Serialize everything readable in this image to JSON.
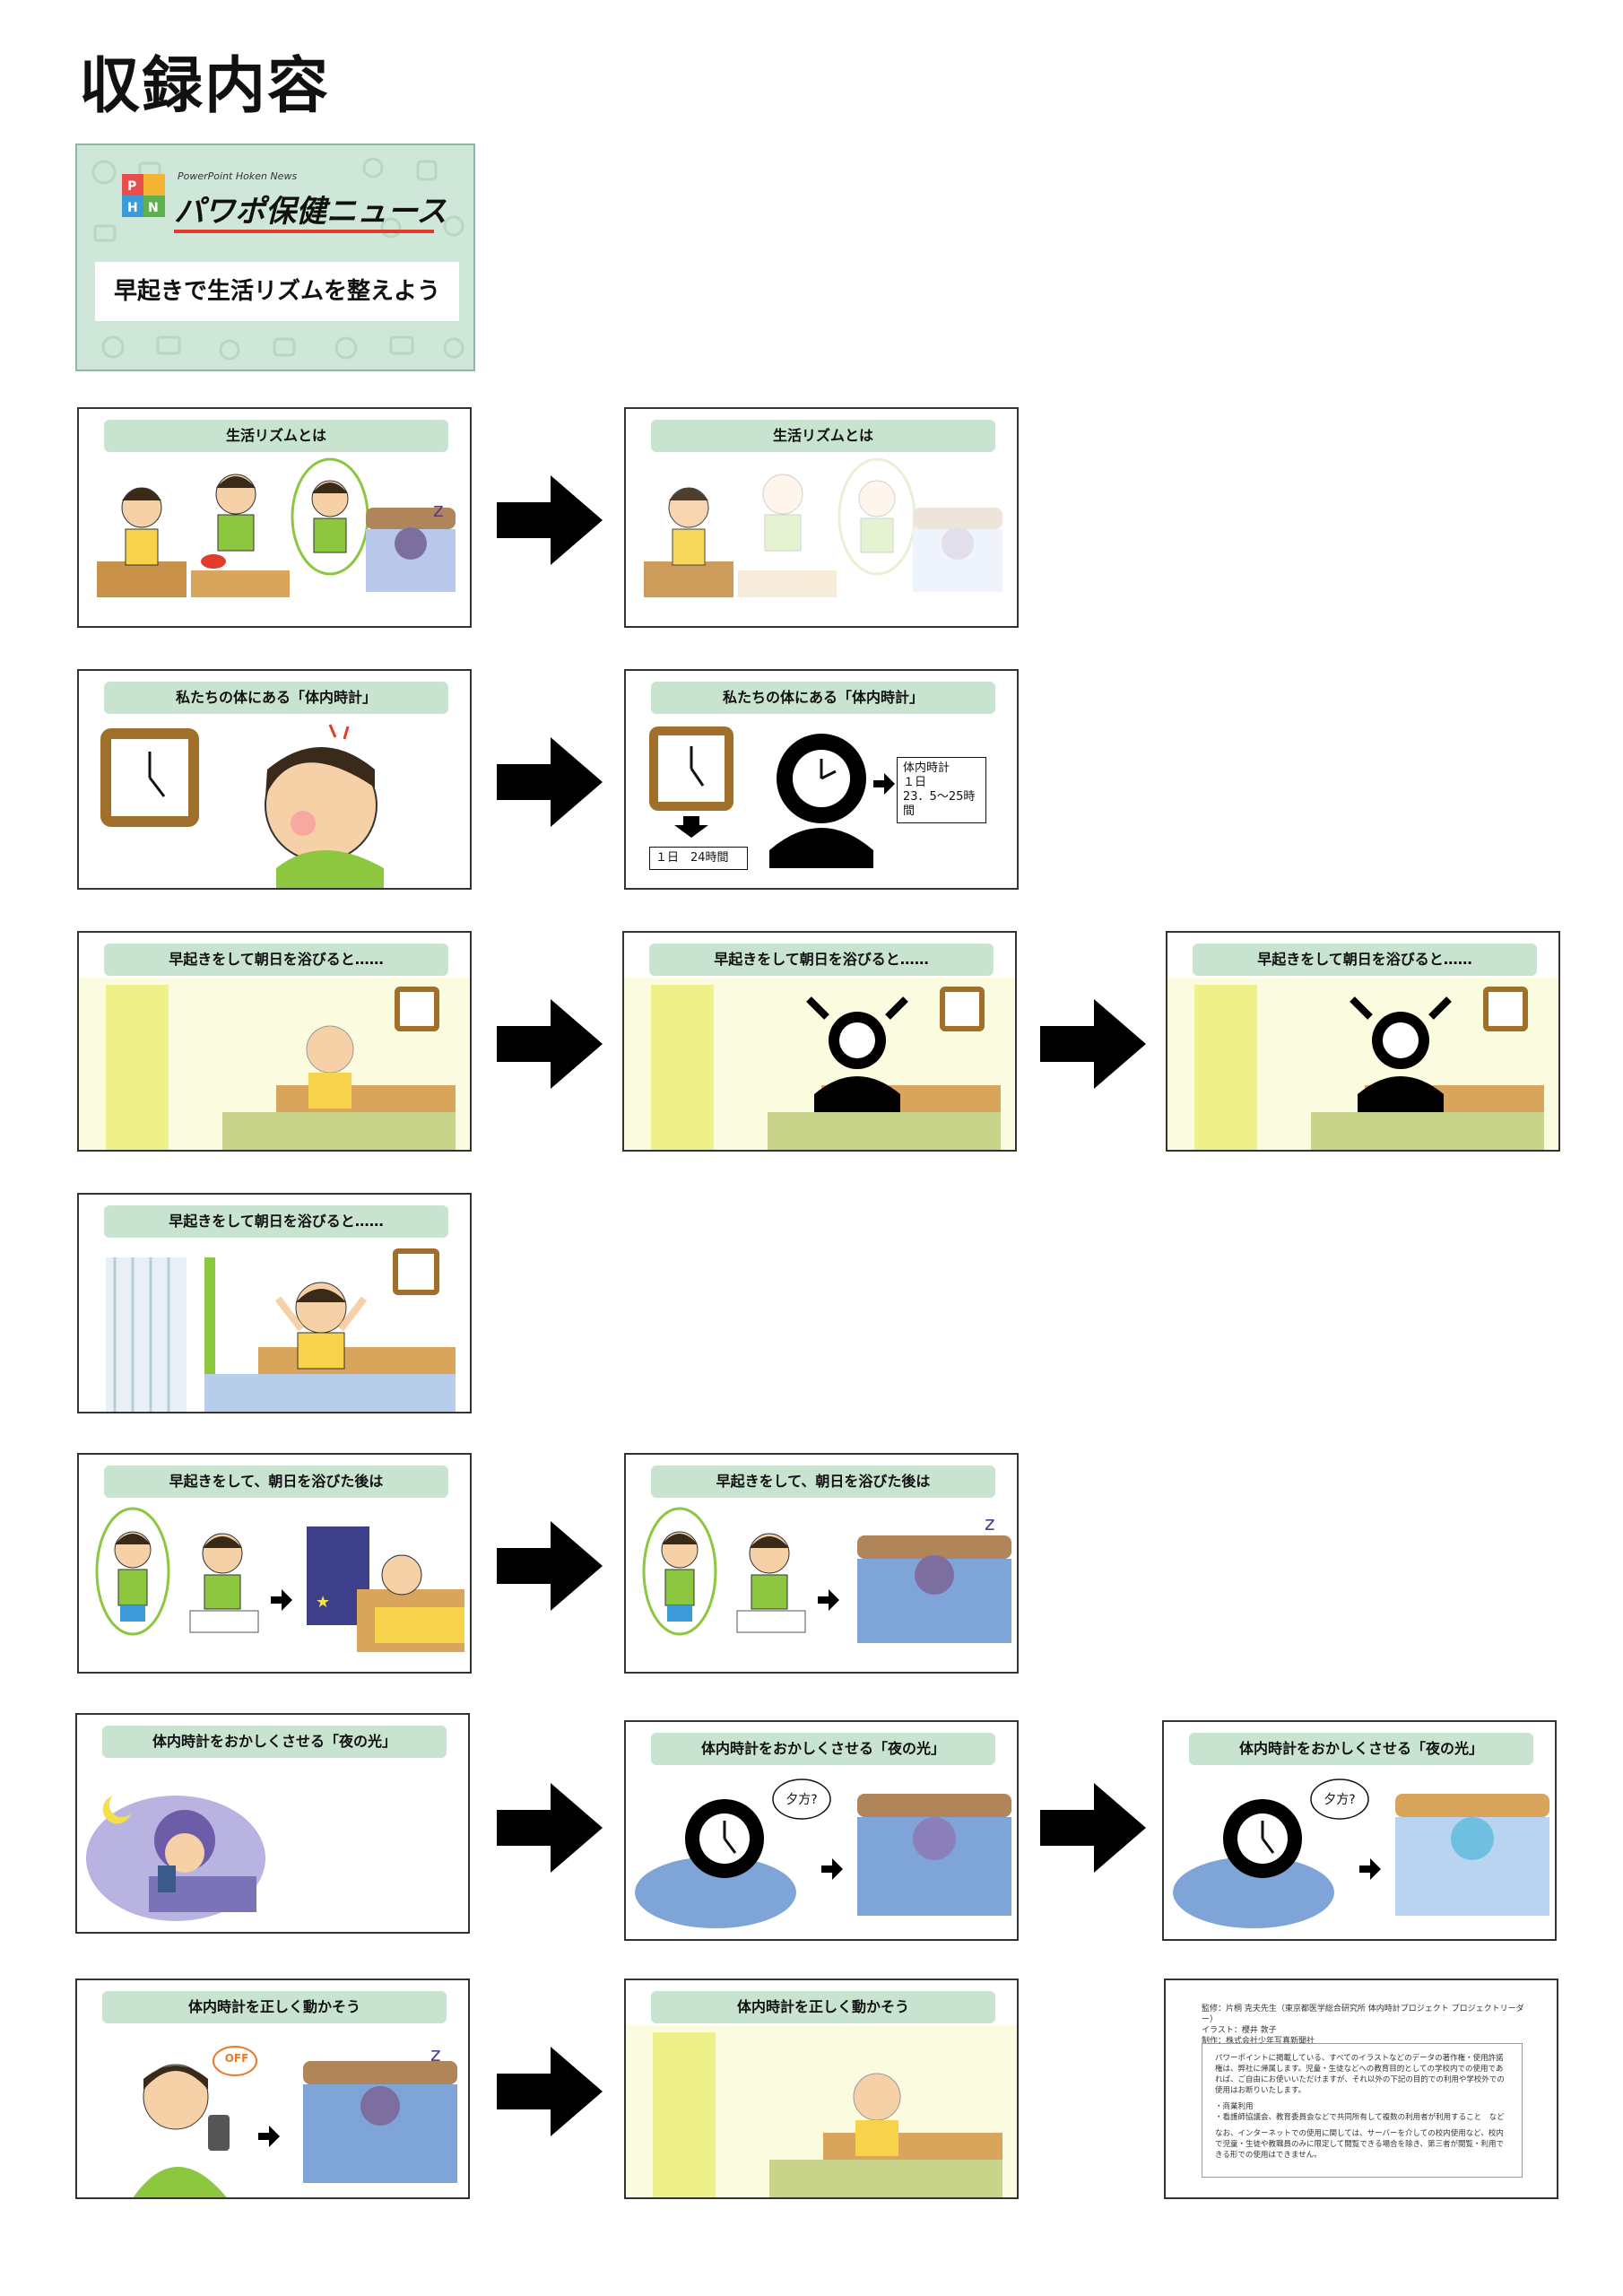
{
  "page": {
    "title": "収録内容"
  },
  "cover": {
    "logo_sub": "PowerPoint Hoken News",
    "logo": "パワポ保健ニュース",
    "subtitle": "早起きで生活リズムを整えよう"
  },
  "slides": [
    {
      "title": "生活リズムとは"
    },
    {
      "title": "生活リズムとは"
    },
    {
      "title": "私たちの体にある「体内時計」"
    },
    {
      "title": "私たちの体にある「体内時計」",
      "label_day": "１日　24時間",
      "label_clock": [
        "体内時計",
        "１日",
        "23．5〜25時間"
      ]
    },
    {
      "title": "早起きをして朝日を浴びると……"
    },
    {
      "title": "早起きをして朝日を浴びると……"
    },
    {
      "title": "早起きをして朝日を浴びると……"
    },
    {
      "title": "早起きをして朝日を浴びると……"
    },
    {
      "title": "早起きをして、朝日を浴びた後は"
    },
    {
      "title": "早起きをして、朝日を浴びた後は"
    },
    {
      "title": "体内時計をおかしくさせる「夜の光」"
    },
    {
      "title": "体内時計をおかしくさせる「夜の光」",
      "bubble": "夕方?"
    },
    {
      "title": "体内時計をおかしくさせる「夜の光」",
      "bubble": "夕方?"
    },
    {
      "title": "体内時計を正しく動かそう",
      "off_label": "OFF"
    },
    {
      "title": "体内時計を正しく動かそう"
    }
  ],
  "credits": {
    "lines": [
      "監修：片桐 克夫先生（東京都医学総合研究所 体内時計プロジェクト プロジェクトリーダー）",
      "イラスト：櫻井 敦子",
      "制作：株式会社少年写真新聞社"
    ],
    "box": [
      "パワーポイントに掲載している、すべてのイラストなどのデータの著作権・使用許諾権は、弊社に帰属します。児童・生徒などへの教育目的としての学校内での使用であれば、ご自由にお使いいただけますが、それ以外の下記の目的での利用や学校外での使用はお断りいたします。",
      "・商業利用",
      "・看護師協議会、教育委員会などで共同所有して複数の利用者が利用すること　など",
      "なお、インターネットでの使用に関しては、サーバーを介しての校内使用など、校内で児童・生徒や教職員のみに限定して閲覧できる場合を除き、第三者が閲覧・利用できる形での使用はできません。"
    ]
  },
  "colors": {
    "title_bar": "#c9e3d1",
    "cover_bg": "#cfe7d8",
    "arrow": "#000000",
    "shirt": "#8dc63f",
    "curtain": "#eef08a",
    "clock_frame": "#a0702a",
    "blanket": "#7ea4d8"
  }
}
